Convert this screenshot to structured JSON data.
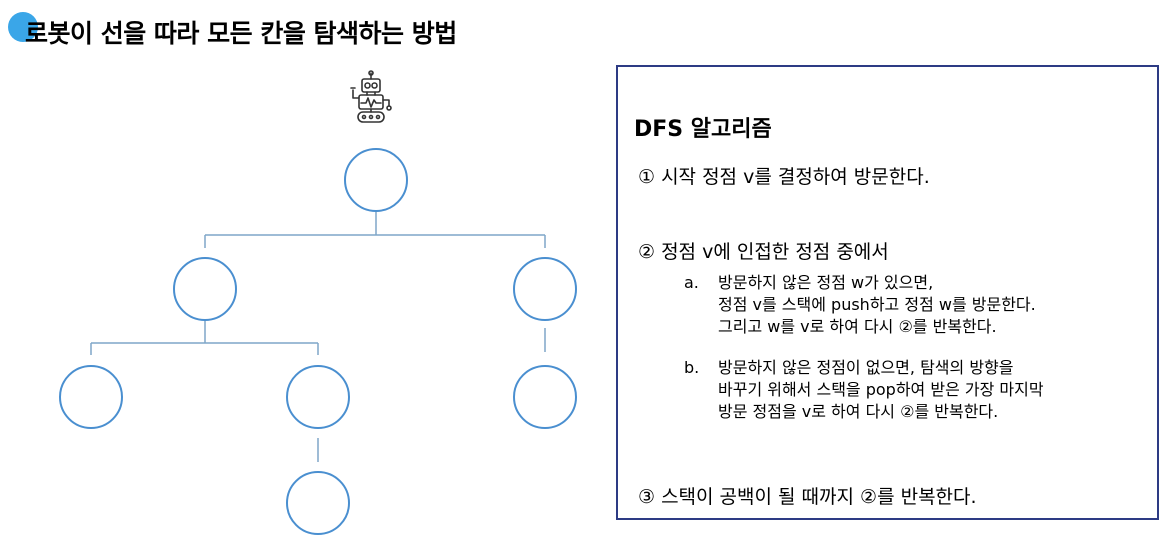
{
  "title": "로봇이 선을 따라 모든 칸을 탐색하는 방법",
  "panel": {
    "title": "DFS 알고리즘",
    "step1": "① 시작 정점 v를 결정하여 방문한다.",
    "step2": "② 정점 v에 인접한 정점 중에서",
    "sub_a": {
      "marker": "a.",
      "lines": [
        "방문하지 않은 정점 w가 있으면,",
        "정점 v를 스택에 push하고 정점 w를 방문한다.",
        "그리고 w를 v로 하여 다시 ②를 반복한다."
      ]
    },
    "sub_b": {
      "marker": "b.",
      "lines": [
        "방문하지 않은 정점이 없으면, 탐색의 방향을",
        "바꾸기 위해서 스택을 pop하여 받은 가장 마지막",
        "방문 정점을 v로 하여 다시 ②를 반복한다."
      ]
    },
    "step3": "③ 스택이 공백이 될 때까지 ②를 반복한다."
  },
  "colors": {
    "node_stroke": "#4a8fd0",
    "edge_stroke": "#7fa6c9",
    "panel_border": "#2d3b84",
    "title_dot": "#3aa6e8"
  },
  "icons": {
    "robot": "robot-icon"
  }
}
